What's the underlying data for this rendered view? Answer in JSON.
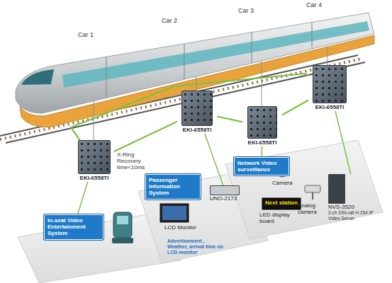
{
  "diagram": {
    "nodes": [
      {
        "text": [
          "EKI-6558TI"
        ]
      },
      {
        "text": [
          "EKI-6558TI"
        ]
      },
      {
        "text": [
          "EKI-6558TI"
        ]
      },
      {
        "text": [
          "EKI-6558TI"
        ]
      },
      {
        "text": [
          "In-seat Video Entertainment System"
        ]
      },
      {
        "text": [
          "Passenger Information System"
        ]
      },
      {
        "text": [
          "Network Video surveillance"
        ]
      },
      {
        "text": [
          "UNO-2173"
        ]
      },
      {
        "text": [
          "NVS-3520",
          "2-ch DIN-rail H.264 IP Video Server"
        ]
      }
    ],
    "edges": [
      {
        "from": 0,
        "to": 1,
        "arrow": "none"
      },
      {
        "from": 1,
        "to": 2,
        "arrow": "none"
      },
      {
        "from": 2,
        "to": 3,
        "arrow": "none"
      },
      {
        "from": 3,
        "to": 0,
        "arrow": "none"
      },
      {
        "from": 0,
        "to": 4,
        "arrow": "none"
      },
      {
        "from": 1,
        "to": 7,
        "arrow": "none"
      },
      {
        "from": 2,
        "to": 6,
        "arrow": "none"
      },
      {
        "from": 3,
        "to": 8,
        "arrow": "none"
      }
    ],
    "labels": [
      "Car 1",
      "Car 2",
      "Car 3",
      "Car 4",
      "X-Ring Recovery time<10ms",
      "LCD Monitor",
      "Next station",
      "LED display board",
      "Advertisement , Weather, arrival time on LCD monitor",
      "Camera",
      "Analog camera"
    ]
  }
}
